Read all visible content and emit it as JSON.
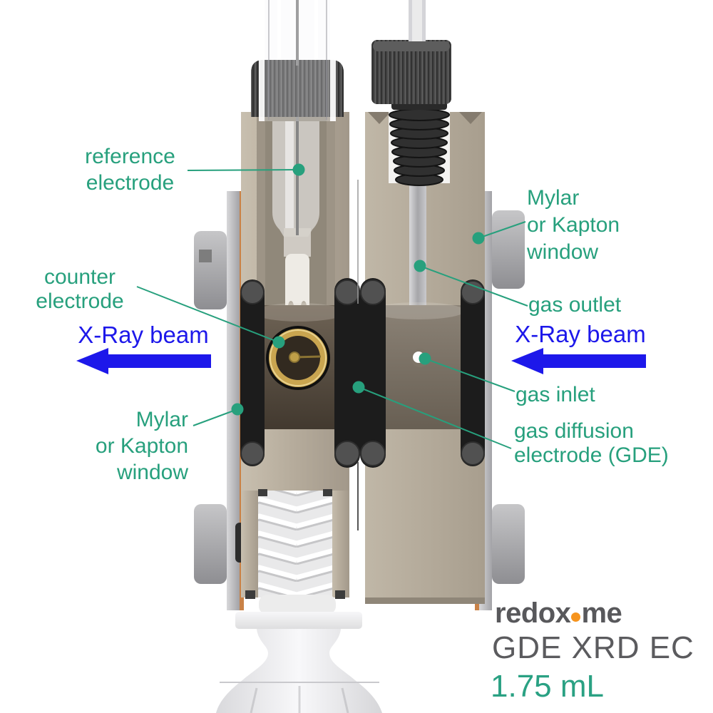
{
  "colors": {
    "label_teal": "#27a07d",
    "beam_blue": "#1d18ea",
    "brand_gray": "#58585b",
    "brand_orange": "#f6941e",
    "volume_teal": "#2aa183",
    "body_tan": "#b2a898",
    "oring_black": "#1c1c1c",
    "kapton_orange": "#c98247",
    "electrode_gold": "#c9a550"
  },
  "labels": {
    "reference_electrode": {
      "line1": "reference",
      "line2": "electrode"
    },
    "counter_electrode": {
      "line1": "counter",
      "line2": "electrode"
    },
    "mylar_window_right": {
      "line1": "Mylar",
      "line2": "or Kapton",
      "line3": "window"
    },
    "gas_outlet": {
      "line1": "gas outlet"
    },
    "xray_beam_left": {
      "line1": "X-Ray beam"
    },
    "xray_beam_right": {
      "line1": "X-Ray beam"
    },
    "gas_inlet": {
      "line1": "gas inlet"
    },
    "mylar_window_left": {
      "line1": "Mylar",
      "line2": "or Kapton",
      "line3": "window"
    },
    "gas_diffusion_electrode": {
      "line1": "gas diffusion",
      "line2": "electrode (GDE)"
    }
  },
  "branding": {
    "logo_part1": "redox",
    "logo_part2": "me",
    "product_name": "GDE XRD EC",
    "cell_volume": "1.75 mL"
  }
}
